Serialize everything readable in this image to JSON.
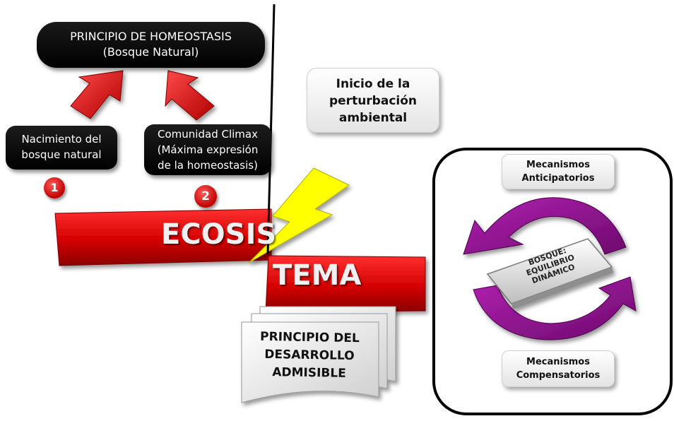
{
  "homeostasis": {
    "line1": "PRINCIPIO DE HOMEOSTASIS",
    "line2": "(Bosque Natural)"
  },
  "nacimiento": {
    "line1": "Nacimiento del",
    "line2": "bosque natural",
    "badge": "1"
  },
  "climax": {
    "line1": "Comunidad Climax",
    "line2": "(Máxima expresión",
    "line3": "de la homeostasis)",
    "badge": "2"
  },
  "perturbacion": {
    "line1": "Inicio de la",
    "line2": "perturbación",
    "line3": "ambiental"
  },
  "banner": {
    "left": "ECOSIS",
    "right": "TEMA"
  },
  "desarrollo": {
    "line1": "PRINCIPIO DEL",
    "line2": "DESARROLLO",
    "line3": "ADMISIBLE"
  },
  "anticipatorios": {
    "line1": "Mecanismos",
    "line2": "Anticipatorios"
  },
  "compensatorios": {
    "line1": "Mecanismos",
    "line2": "Compensatorios"
  },
  "bosque": {
    "line1": "BOSQUE:",
    "line2": "EQUILIBRIO",
    "line3": "DINÁMICO"
  },
  "colors": {
    "red": "#d40000",
    "purple": "#8b0d8b",
    "yellow": "#ffff00",
    "black": "#000000"
  }
}
